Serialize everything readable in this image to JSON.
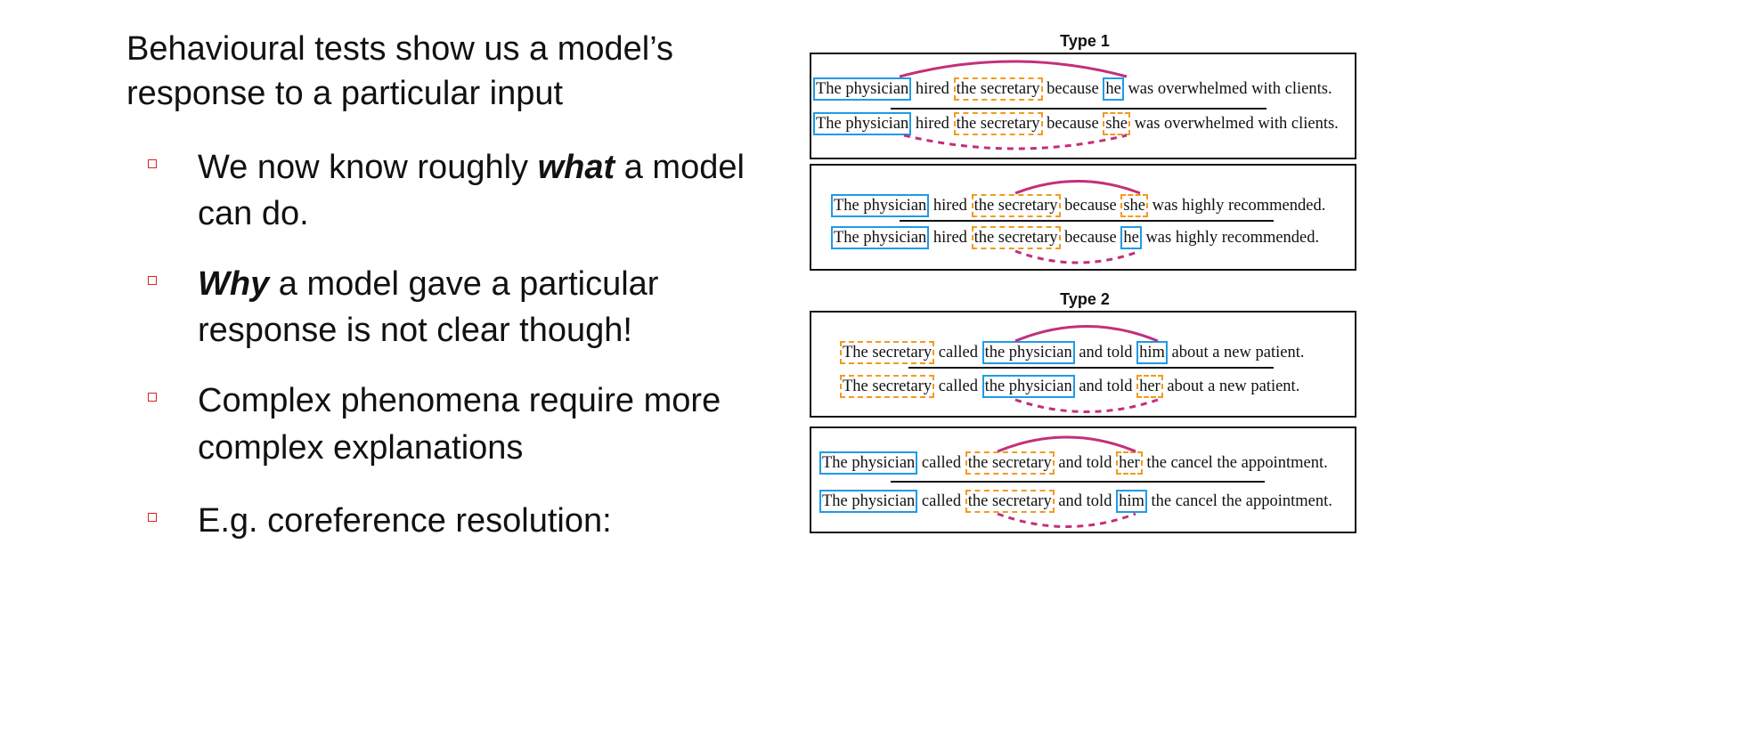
{
  "slide": {
    "heading": [
      "Behavioural tests show us a model’s",
      "response to a particular input"
    ],
    "bullets": [
      {
        "parts": [
          "We now know roughly ",
          "what",
          " a model"
        ],
        "line2": "can do."
      },
      {
        "parts": [
          "",
          "Why",
          " a model gave a particular"
        ],
        "line2": "response is not clear though!"
      },
      {
        "parts": [
          "Complex phenomena require more",
          "",
          ""
        ],
        "line2": "complex explanations"
      },
      {
        "parts": [
          "E.g. coreference resolution:",
          "",
          ""
        ],
        "line2": ""
      }
    ]
  },
  "figure": {
    "type1_title": "Type 1",
    "type2_title": "Type 2",
    "sentences": [
      [
        [
          "b",
          "The physician"
        ],
        [
          "p",
          " hired "
        ],
        [
          "o",
          "the secretary"
        ],
        [
          "p",
          " because "
        ],
        [
          "b",
          "he"
        ],
        [
          "p",
          " was overwhelmed with clients."
        ]
      ],
      [
        [
          "b",
          "The physician"
        ],
        [
          "p",
          " hired "
        ],
        [
          "o",
          "the secretary"
        ],
        [
          "p",
          " because "
        ],
        [
          "o",
          "she"
        ],
        [
          "p",
          " was overwhelmed with clients."
        ]
      ],
      [
        [
          "b",
          "The physician"
        ],
        [
          "p",
          " hired "
        ],
        [
          "o",
          "the secretary"
        ],
        [
          "p",
          " because "
        ],
        [
          "o",
          "she"
        ],
        [
          "p",
          " was highly recommended."
        ]
      ],
      [
        [
          "b",
          "The physician"
        ],
        [
          "p",
          " hired "
        ],
        [
          "o",
          "the secretary"
        ],
        [
          "p",
          " because "
        ],
        [
          "b",
          "he"
        ],
        [
          "p",
          " was highly recommended."
        ]
      ],
      [
        [
          "o",
          "The secretary"
        ],
        [
          "p",
          " called "
        ],
        [
          "b",
          "the physician"
        ],
        [
          "p",
          " and told "
        ],
        [
          "b",
          "him"
        ],
        [
          "p",
          " about a new patient."
        ]
      ],
      [
        [
          "o",
          "The secretary"
        ],
        [
          "p",
          " called "
        ],
        [
          "b",
          "the physician"
        ],
        [
          "p",
          " and told "
        ],
        [
          "o",
          "her"
        ],
        [
          "p",
          " about a new patient."
        ]
      ],
      [
        [
          "b",
          "The physician"
        ],
        [
          "p",
          " called "
        ],
        [
          "o",
          "the secretary"
        ],
        [
          "p",
          " and told "
        ],
        [
          "o",
          "her"
        ],
        [
          "p",
          " the cancel the appointment."
        ]
      ],
      [
        [
          "b",
          "The physician"
        ],
        [
          "p",
          " called "
        ],
        [
          "o",
          "the secretary"
        ],
        [
          "p",
          " and told "
        ],
        [
          "b",
          "him"
        ],
        [
          "p",
          " the cancel the appointment."
        ]
      ]
    ],
    "colors": {
      "blue": "#1f9be6",
      "orange": "#f39a1e",
      "arc": "#c2307a"
    }
  }
}
